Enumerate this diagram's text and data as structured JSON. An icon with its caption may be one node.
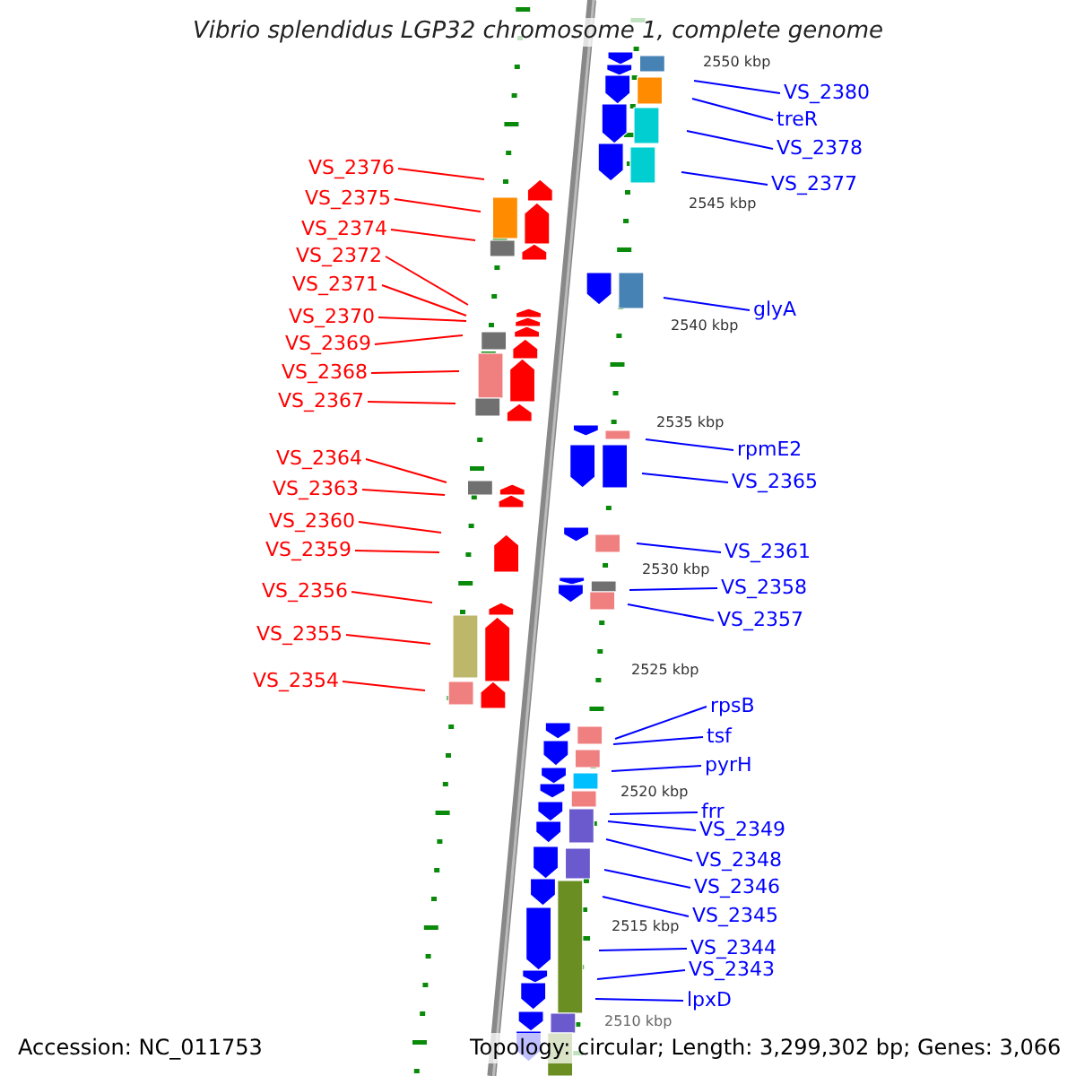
{
  "diagram": {
    "title": "Vibrio splendidus LGP32 chromosome 1, complete genome",
    "nodes": [
      {
        "text": [
          "VS_2376"
        ]
      },
      {
        "text": [
          "VS_2375"
        ]
      },
      {
        "text": [
          "VS_2374"
        ]
      },
      {
        "text": [
          "VS_2372"
        ]
      },
      {
        "text": [
          "VS_2371"
        ]
      },
      {
        "text": [
          "VS_2370"
        ]
      },
      {
        "text": [
          "VS_2369"
        ]
      },
      {
        "text": [
          "VS_2368"
        ]
      },
      {
        "text": [
          "VS_2367"
        ]
      },
      {
        "text": [
          "VS_2364"
        ]
      },
      {
        "text": [
          "VS_2363"
        ]
      },
      {
        "text": [
          "VS_2360"
        ]
      },
      {
        "text": [
          "VS_2359"
        ]
      },
      {
        "text": [
          "VS_2356"
        ]
      },
      {
        "text": [
          "VS_2355"
        ]
      },
      {
        "text": [
          "VS_2354"
        ]
      },
      {
        "text": [
          "VS_2380"
        ]
      },
      {
        "text": [
          "treR"
        ]
      },
      {
        "text": [
          "VS_2378"
        ]
      },
      {
        "text": [
          "VS_2377"
        ]
      },
      {
        "text": [
          "glyA"
        ]
      },
      {
        "text": [
          "rpmE2"
        ]
      },
      {
        "text": [
          "VS_2365"
        ]
      },
      {
        "text": [
          "VS_2361"
        ]
      },
      {
        "text": [
          "VS_2358"
        ]
      },
      {
        "text": [
          "VS_2357"
        ]
      },
      {
        "text": [
          "rpsB"
        ]
      },
      {
        "text": [
          "tsf"
        ]
      },
      {
        "text": [
          "pyrH"
        ]
      },
      {
        "text": [
          "frr"
        ]
      },
      {
        "text": [
          "VS_2349"
        ]
      },
      {
        "text": [
          "VS_2348"
        ]
      },
      {
        "text": [
          "VS_2346"
        ]
      },
      {
        "text": [
          "VS_2345"
        ]
      },
      {
        "text": [
          "VS_2344"
        ]
      },
      {
        "text": [
          "VS_2343"
        ]
      },
      {
        "text": [
          "lpxD"
        ]
      }
    ],
    "edges": [
      {
        "from": 0,
        "to": null,
        "arrow": "none",
        "color": "#ff0000"
      },
      {
        "from": 1,
        "to": null,
        "arrow": "none",
        "color": "#ff0000"
      },
      {
        "from": 2,
        "to": null,
        "arrow": "none",
        "color": "#ff0000"
      },
      {
        "from": 3,
        "to": null,
        "arrow": "none",
        "color": "#ff0000"
      },
      {
        "from": 4,
        "to": null,
        "arrow": "none",
        "color": "#ff0000"
      },
      {
        "from": 5,
        "to": null,
        "arrow": "none",
        "color": "#ff0000"
      },
      {
        "from": 6,
        "to": null,
        "arrow": "none",
        "color": "#ff0000"
      },
      {
        "from": 7,
        "to": null,
        "arrow": "none",
        "color": "#ff0000"
      },
      {
        "from": 8,
        "to": null,
        "arrow": "none",
        "color": "#ff0000"
      },
      {
        "from": 9,
        "to": null,
        "arrow": "none",
        "color": "#ff0000"
      },
      {
        "from": 10,
        "to": null,
        "arrow": "none",
        "color": "#ff0000"
      },
      {
        "from": 11,
        "to": null,
        "arrow": "none",
        "color": "#ff0000"
      },
      {
        "from": 12,
        "to": null,
        "arrow": "none",
        "color": "#ff0000"
      },
      {
        "from": 13,
        "to": null,
        "arrow": "none",
        "color": "#ff0000"
      },
      {
        "from": 14,
        "to": null,
        "arrow": "none",
        "color": "#ff0000"
      },
      {
        "from": 15,
        "to": null,
        "arrow": "none",
        "color": "#ff0000"
      },
      {
        "from": 16,
        "to": null,
        "arrow": "none"
      },
      {
        "from": 17,
        "to": null,
        "arrow": "none"
      },
      {
        "from": 18,
        "to": null,
        "arrow": "none"
      },
      {
        "from": 19,
        "to": null,
        "arrow": "none"
      },
      {
        "from": 20,
        "to": null,
        "arrow": "none"
      },
      {
        "from": 21,
        "to": null,
        "arrow": "none"
      },
      {
        "from": 22,
        "to": null,
        "arrow": "none"
      },
      {
        "from": 23,
        "to": null,
        "arrow": "none"
      },
      {
        "from": 24,
        "to": null,
        "arrow": "none"
      },
      {
        "from": 25,
        "to": null,
        "arrow": "none"
      },
      {
        "from": 26,
        "to": null,
        "arrow": "none"
      },
      {
        "from": 27,
        "to": null,
        "arrow": "none"
      },
      {
        "from": 28,
        "to": null,
        "arrow": "none"
      },
      {
        "from": 29,
        "to": null,
        "arrow": "none"
      },
      {
        "from": 30,
        "to": null,
        "arrow": "none"
      },
      {
        "from": 31,
        "to": null,
        "arrow": "none"
      },
      {
        "from": 32,
        "to": null,
        "arrow": "none"
      },
      {
        "from": 33,
        "to": null,
        "arrow": "none"
      },
      {
        "from": 34,
        "to": null,
        "arrow": "none"
      },
      {
        "from": 35,
        "to": null,
        "arrow": "none"
      },
      {
        "from": 36,
        "to": null,
        "arrow": "none"
      }
    ],
    "labels": [
      "2550 kbp",
      "2545 kbp",
      "2540 kbp",
      "2535 kbp",
      "2530 kbp",
      "2525 kbp",
      "2520 kbp",
      "2515 kbp",
      "2510 kbp",
      "Accession: NC_011753",
      "Topology: circular; Length: 3,299,302 bp; Genes: 3,066"
    ]
  }
}
